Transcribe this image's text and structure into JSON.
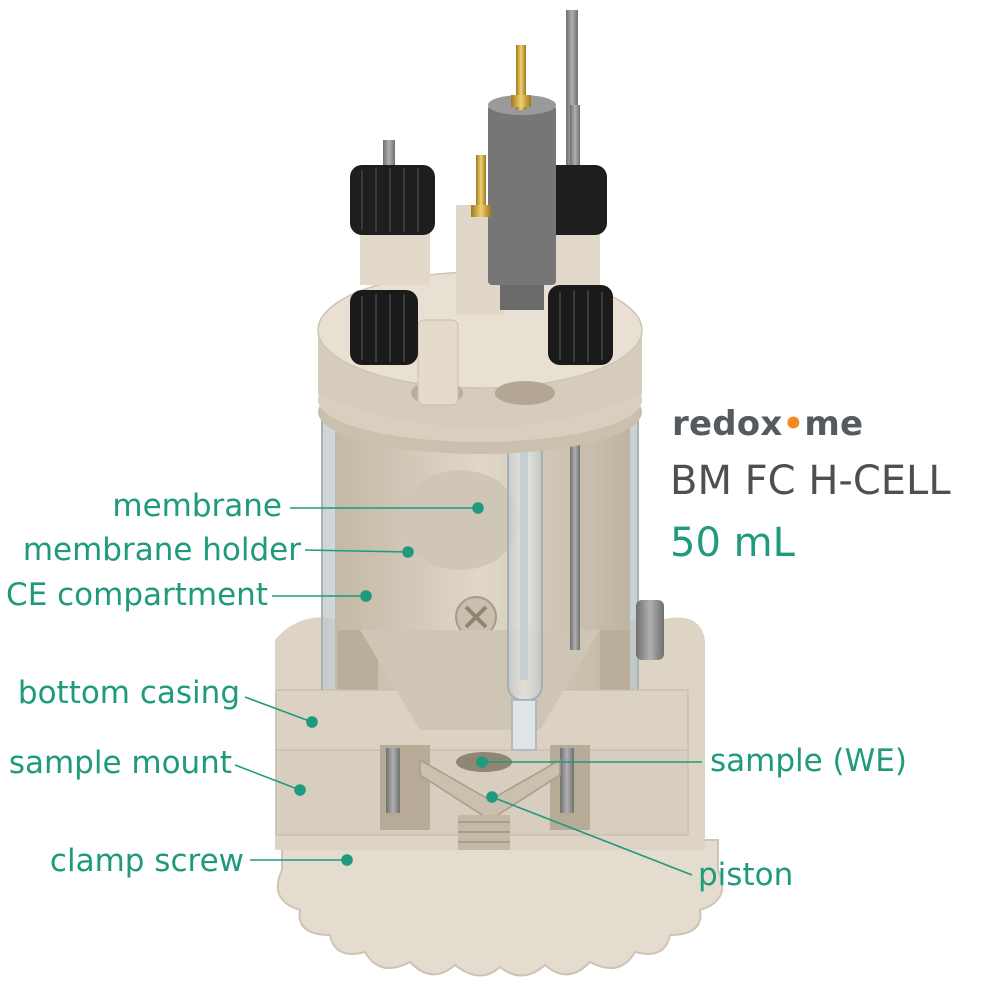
{
  "brand": {
    "part1": "redox",
    "dot": "•",
    "part2": "me"
  },
  "product": {
    "model": "BM FC H-CELL",
    "volume": "50 mL"
  },
  "labels": {
    "membrane": "membrane",
    "membrane_holder": "membrane holder",
    "ce_compartment": "CE compartment",
    "bottom_casing": "bottom casing",
    "sample_mount": "sample mount",
    "clamp_screw": "clamp screw",
    "sample_we": "sample (WE)",
    "piston": "piston"
  },
  "colors": {
    "label": "#1f9a7c",
    "brand_text": "#555a5f",
    "brand_dot": "#f28a1e",
    "ptfe": "#ddd3c5",
    "ptfe_shade": "#c9bdad",
    "cap": "#1e1e1e",
    "rod": "#8e8e8e",
    "gold": "#c9a236",
    "glass": "#d9e1e3"
  }
}
